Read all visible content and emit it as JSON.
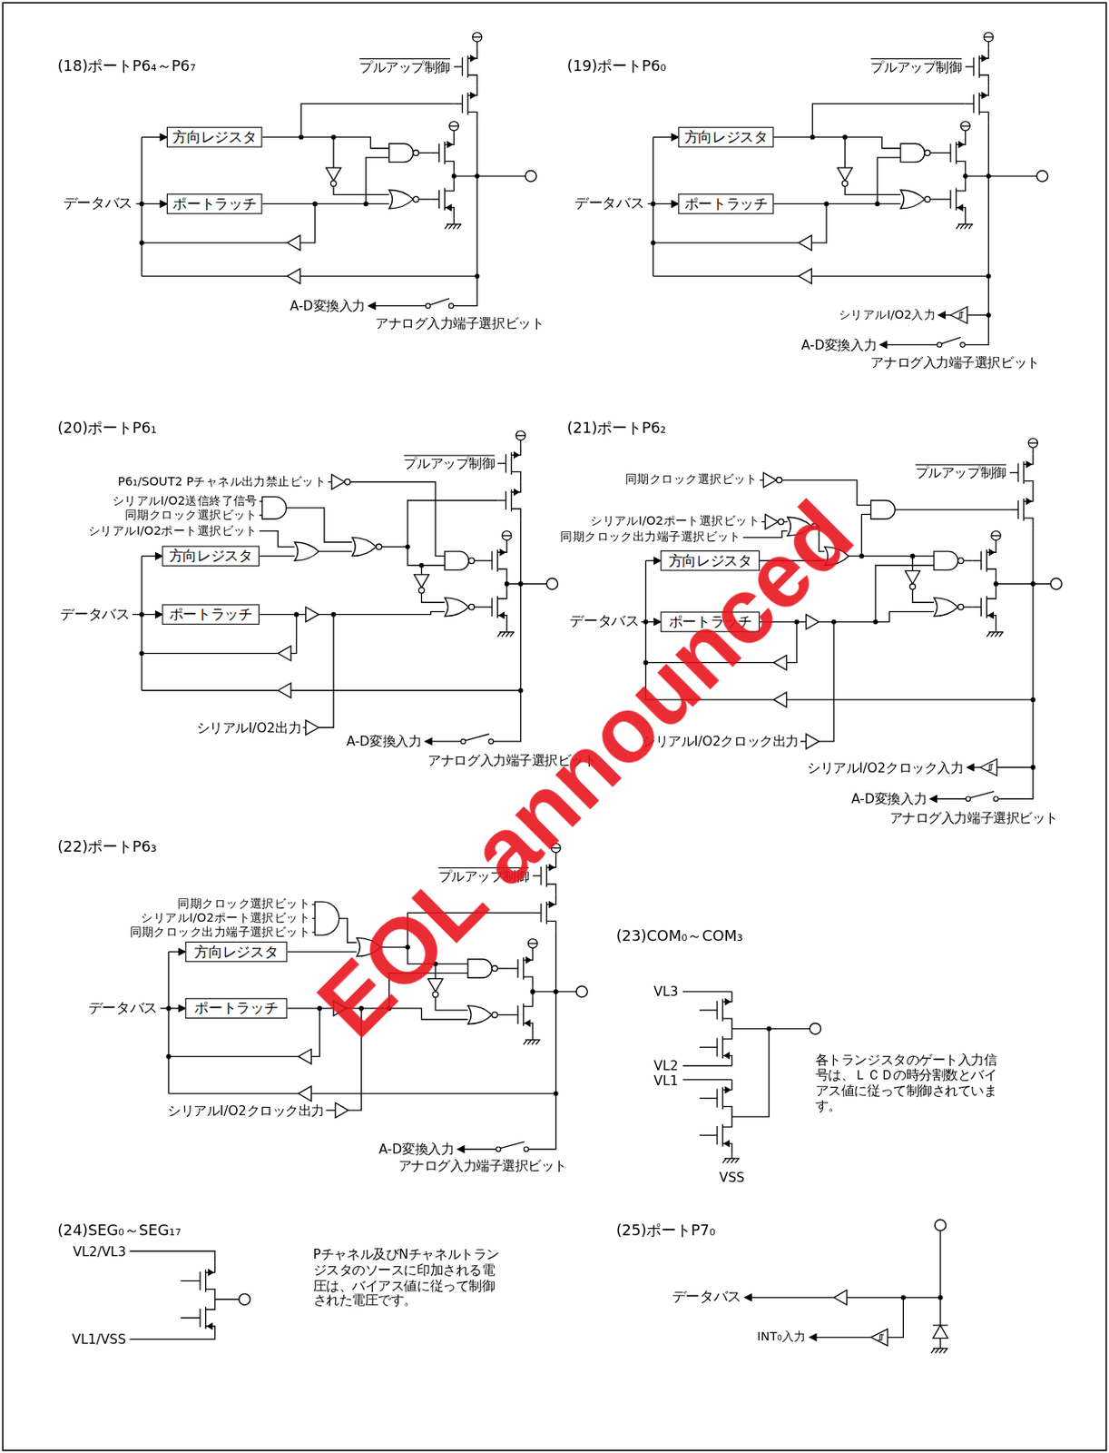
{
  "diagram": {
    "nodes": [
      {
        "text": [
          "方向レジスタ"
        ]
      },
      {
        "text": [
          "ポートラッチ"
        ]
      },
      {
        "text": [
          "方向レジスタ"
        ]
      },
      {
        "text": [
          "ポートラッチ"
        ]
      },
      {
        "text": [
          "方向レジスタ"
        ]
      },
      {
        "text": [
          "ポートラッチ"
        ]
      },
      {
        "text": [
          "方向レジスタ"
        ]
      },
      {
        "text": [
          "ポートラッチ"
        ]
      },
      {
        "text": [
          "方向レジスタ"
        ]
      },
      {
        "text": [
          "ポートラッチ"
        ]
      }
    ],
    "labels": [
      "(18)ポートP6₄～P6₇",
      "プルアップ制御",
      "データバス",
      "A-D変換入力",
      "アナログ入力端子選択ビット",
      "(19)ポートP6₀",
      "プルアップ制御",
      "データバス",
      "シリアルI/O2入力",
      "A-D変換入力",
      "アナログ入力端子選択ビット",
      "(20)ポートP6₁",
      "P6₁/SOUT2 Pチャネル出力禁止ビット",
      "プルアップ制御",
      "シリアルI/O2送信終了信号",
      "同期クロック選択ビット",
      "シリアルI/O2ポート選択ビット",
      "データバス",
      "シリアルI/O2出力",
      "A-D変換入力",
      "アナログ入力端子選択ビット",
      "(21)ポートP6₂",
      "同期クロック選択ビット",
      "プルアップ制御",
      "シリアルI/O2ポート選択ビット",
      "同期クロック出力端子選択ビット",
      "データバス",
      "シリアルI/O2クロック出力",
      "シリアルI/O2クロック入力",
      "A-D変換入力",
      "アナログ入力端子選択ビット",
      "(22)ポートP6₃",
      "プルアップ制御",
      "同期クロック選択ビット",
      "シリアルI/O2ポート選択ビット",
      "同期クロック出力端子選択ビット",
      "データバス",
      "シリアルI/O2クロック出力",
      "A-D変換入力",
      "アナログ入力端子選択ビット",
      "(23)COM₀～COM₃",
      "VL3",
      "VL2",
      "VL1",
      "VSS",
      "各トランジスタのゲート入力信号は、ＬＣＤの時分割数とバイアス値に従って制御されています。",
      "(24)SEG₀～SEG₁₇",
      "VL2/VL3",
      "VL1/VSS",
      "Pチャネル及びNチャネルトランジスタのソースに印加される電圧は、バイアス値に従って制御された電圧です。",
      "(25)ポートP7₀",
      "データバス",
      "INT₀入力",
      "EOL announced"
    ]
  }
}
